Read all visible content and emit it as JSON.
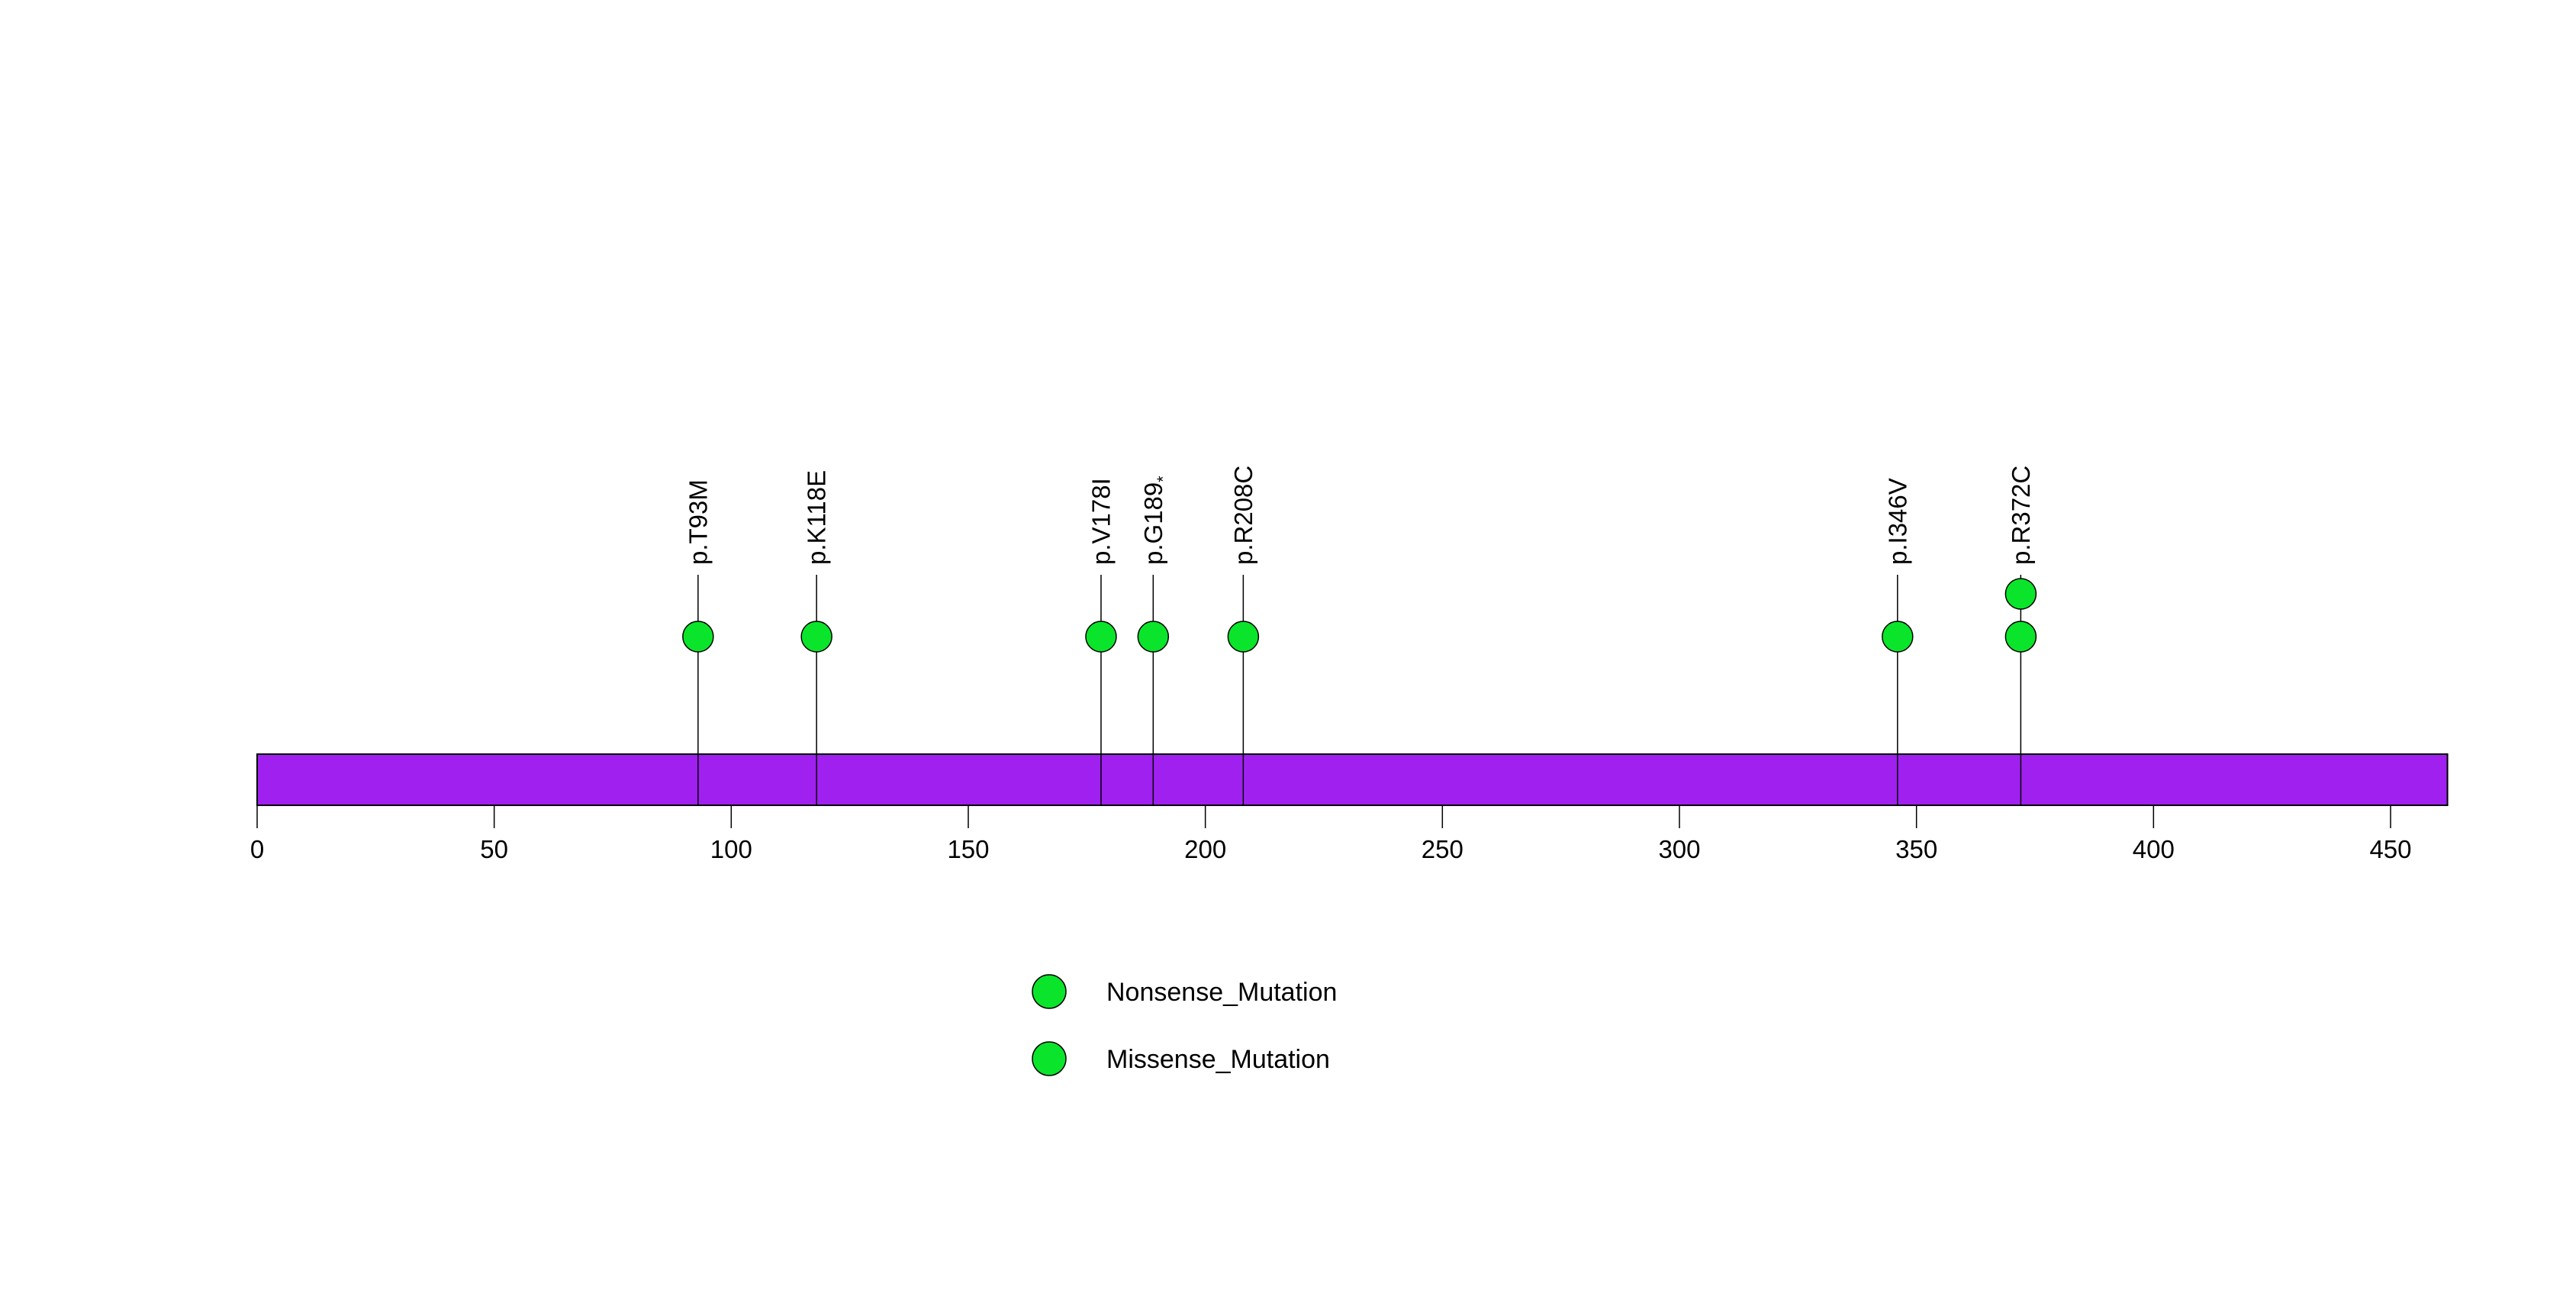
{
  "figure": {
    "background_color": "#ffffff",
    "accent_purple": "#a020f0",
    "marker_green": "#0ae52b",
    "line_color": "#000000"
  },
  "chart_data": {
    "type": "lollipop",
    "title": "",
    "xlabel": "",
    "ylabel": "",
    "axis": {
      "xlim": [
        0,
        462
      ],
      "tick_values": [
        0,
        50,
        100,
        150,
        200,
        250,
        300,
        350,
        400,
        450
      ],
      "tick_labels": [
        "0",
        "50",
        "100",
        "150",
        "200",
        "250",
        "300",
        "350",
        "400",
        "450"
      ],
      "grid": false
    },
    "protein_bar": {
      "start": 0,
      "end": 462,
      "fill": "#a020f0",
      "stroke": "#000000"
    },
    "mutations": [
      {
        "label": "p.T93M",
        "suffix": "",
        "position": 93,
        "count": 1,
        "type": "Missense_Mutation",
        "color": "#0ae52b"
      },
      {
        "label": "p.K118E",
        "suffix": "",
        "position": 118,
        "count": 1,
        "type": "Missense_Mutation",
        "color": "#0ae52b"
      },
      {
        "label": "p.V178I",
        "suffix": "",
        "position": 178,
        "count": 1,
        "type": "Missense_Mutation",
        "color": "#0ae52b"
      },
      {
        "label": "p.G189",
        "suffix": "*",
        "position": 189,
        "count": 1,
        "type": "Nonsense_Mutation",
        "color": "#0ae52b"
      },
      {
        "label": "p.R208C",
        "suffix": "",
        "position": 208,
        "count": 1,
        "type": "Missense_Mutation",
        "color": "#0ae52b"
      },
      {
        "label": "p.I346V",
        "suffix": "",
        "position": 346,
        "count": 1,
        "type": "Missense_Mutation",
        "color": "#0ae52b"
      },
      {
        "label": "p.R372C",
        "suffix": "",
        "position": 372,
        "count": 2,
        "type": "Missense_Mutation",
        "color": "#0ae52b"
      }
    ],
    "legend": {
      "position": "bottom-center",
      "items": [
        {
          "label": "Nonsense_Mutation",
          "color": "#0ae52b"
        },
        {
          "label": "Missense_Mutation",
          "color": "#0ae52b"
        }
      ]
    }
  }
}
